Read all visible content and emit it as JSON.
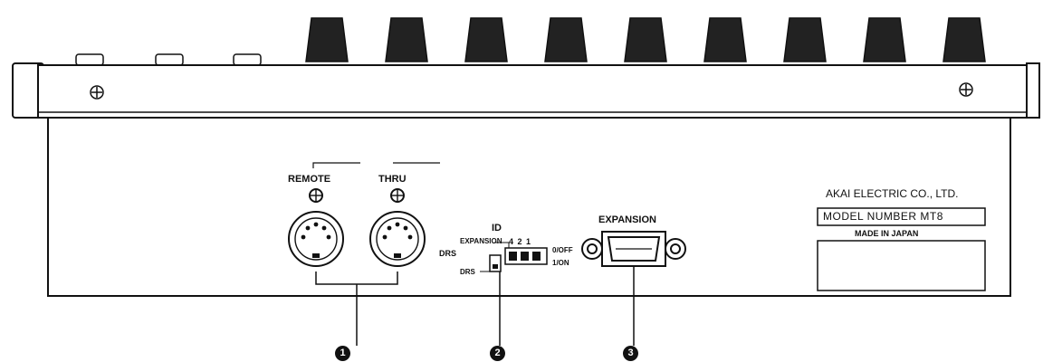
{
  "labels": {
    "drs_group": "DRS",
    "remote": "REMOTE",
    "thru": "THRU",
    "id": "ID",
    "id_expansion": "EXPANSION",
    "id_bits": "4 2 1",
    "off": "0/OFF",
    "on": "1/ON",
    "id_drs": "DRS",
    "expansion": "EXPANSION",
    "maker": "AKAI ELECTRIC CO., LTD.",
    "model": "MODEL NUMBER MT8",
    "made_in": "MADE IN JAPAN"
  },
  "callouts": [
    "1",
    "2",
    "3"
  ],
  "colors": {
    "ink": "#111111",
    "panel": "#ffffff"
  }
}
